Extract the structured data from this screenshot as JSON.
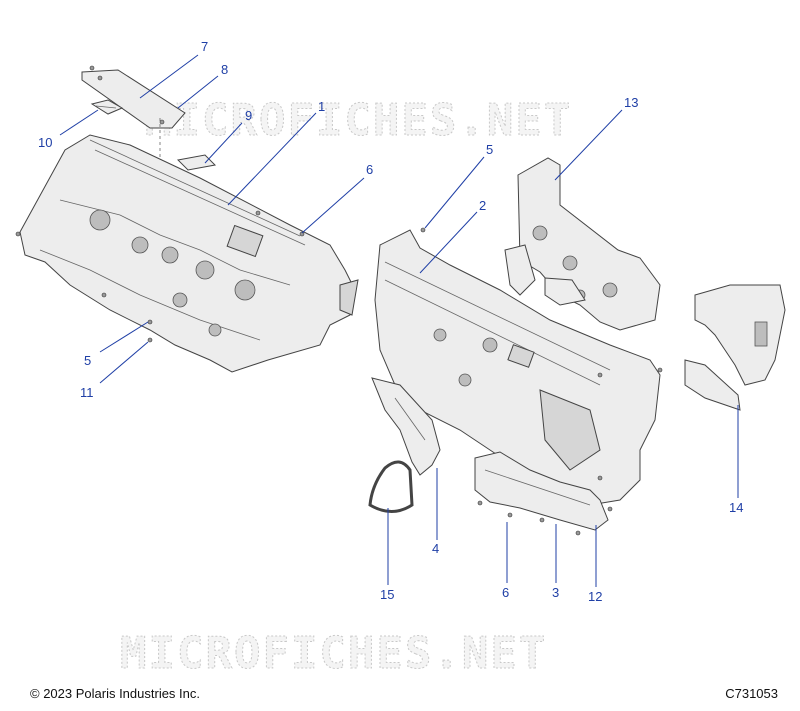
{
  "watermark_text": "MICROFICHES.NET",
  "callouts": [
    "7",
    "8",
    "1",
    "9",
    "10",
    "6",
    "5",
    "13",
    "2",
    "5",
    "11",
    "14",
    "4",
    "15",
    "6",
    "3",
    "12"
  ],
  "footer": {
    "copyright": "© 2023 Polaris Industries Inc.",
    "figure_code": "C731053"
  },
  "colors": {
    "callout": "#1f3fa6",
    "line_art": "#444444",
    "part_fill": "#ededed"
  }
}
